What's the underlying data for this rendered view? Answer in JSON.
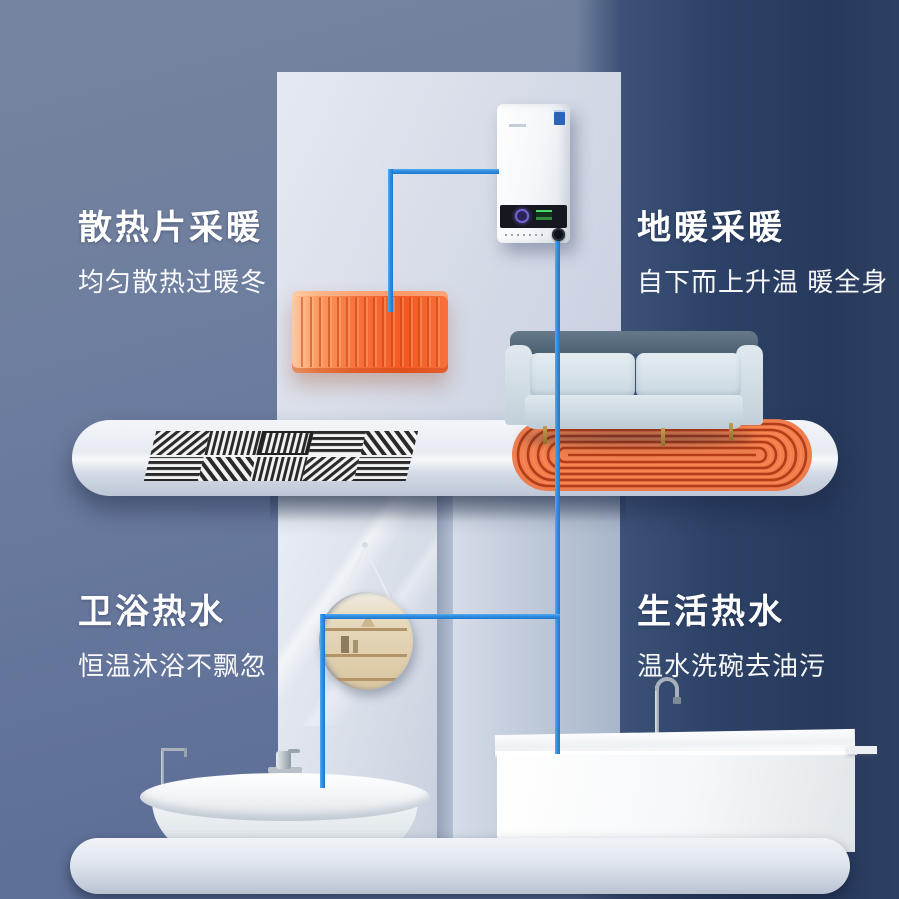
{
  "colors": {
    "accent_pipe_blue": "#2f8de2",
    "heat_orange": "#f4581f",
    "coil_red": "#b43c16",
    "navy_wall": "#2c4066",
    "slate_wall": "#6b7b9e",
    "panel_light": "#d7dce8"
  },
  "sections": {
    "radiator_heating": {
      "title": "散热片采暖",
      "subtitle": "均匀散热过暖冬"
    },
    "floor_heating": {
      "title": "地暖采暖",
      "subtitle": "自下而上升温 暖全身"
    },
    "bath_hot_water": {
      "title": "卫浴热水",
      "subtitle": "恒温沐浴不飘忽"
    },
    "domestic_hot_water": {
      "title": "生活热水",
      "subtitle": "温水洗碗去油污"
    }
  },
  "scene": {
    "boiler": "wall-hung-gas-boiler",
    "connections": [
      "boiler-to-radiator",
      "boiler-to-floor-sofa-area",
      "boiler-to-bathtub",
      "boiler-to-sink"
    ]
  }
}
